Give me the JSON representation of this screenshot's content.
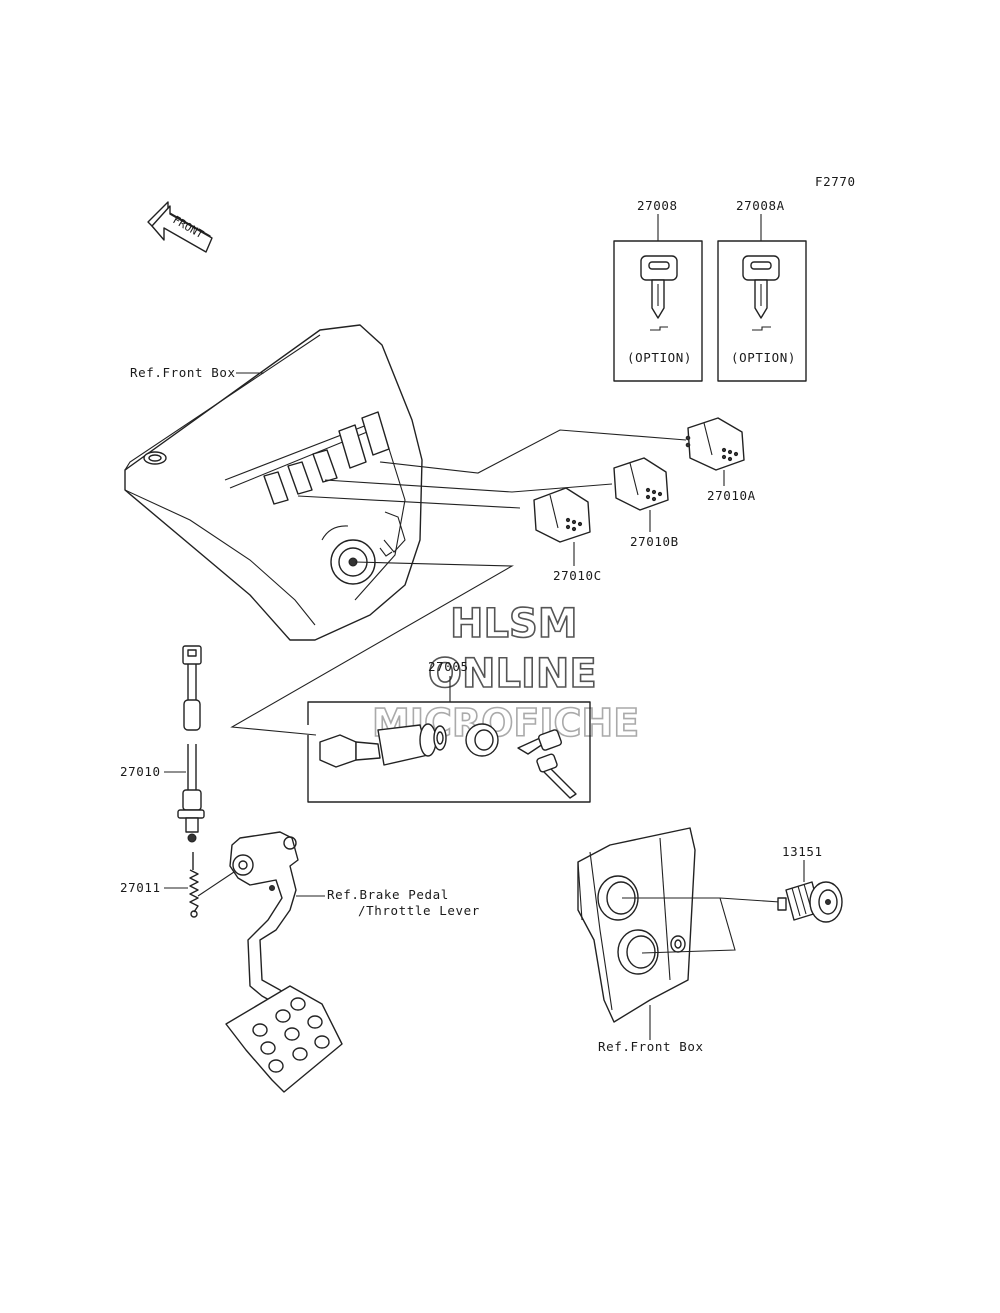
{
  "diagram_id": "F2770",
  "front_marker": "FRONT",
  "watermark": {
    "line1": "HLSM",
    "line2": "ONLINE",
    "line3": "MICROFICHE"
  },
  "parts": {
    "key_a": {
      "number": "27008",
      "note": "(OPTION)"
    },
    "key_b": {
      "number": "27008A",
      "note": "(OPTION)"
    },
    "switch_a": {
      "number": "27010A"
    },
    "switch_b": {
      "number": "27010B"
    },
    "switch_c": {
      "number": "27010C"
    },
    "ignition_switch": {
      "number": "27005"
    },
    "brake_switch": {
      "number": "27010"
    },
    "spring": {
      "number": "27011"
    },
    "socket": {
      "number": "13151"
    }
  },
  "refs": {
    "front_box_top": "Ref.Front Box",
    "brake_pedal_line1": "Ref.Brake Pedal",
    "brake_pedal_line2": "/Throttle Lever",
    "front_box_bottom": "Ref.Front Box"
  }
}
